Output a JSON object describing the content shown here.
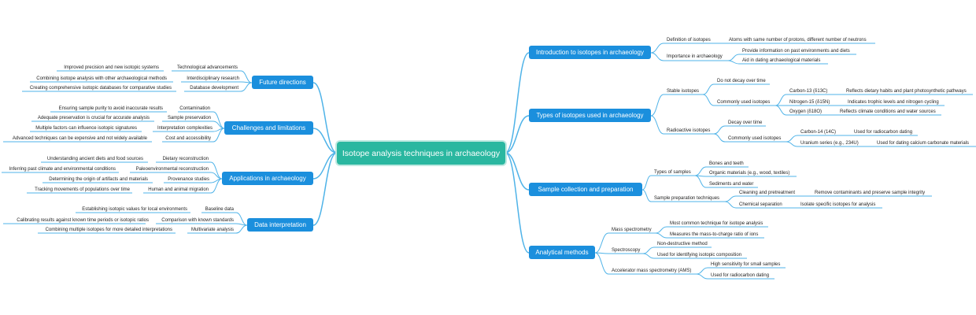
{
  "root": "Isotope analysis techniques in archaeology",
  "main": {
    "intro": "Introduction to isotopes in archaeology",
    "types": "Types of isotopes used in archaeology",
    "sample": "Sample collection and preparation",
    "analytical": "Analytical methods",
    "future": "Future directions",
    "challenges": "Challenges and limitations",
    "applications": "Applications in archaeology",
    "interpretation": "Data interpretation"
  },
  "nodes": {
    "intro_def": "Definition of isotopes",
    "intro_def_1": "Atoms with same number of protons, different number of neutrons",
    "intro_imp": "Importance in archaeology",
    "intro_imp_1": "Provide information on past environments and diets",
    "intro_imp_2": "Aid in dating archaeological materials",
    "stable": "Stable isotopes",
    "stable_1": "Do not decay over time",
    "stable_used": "Commonly used isotopes",
    "c13": "Carbon-13 (δ13C)",
    "c13_d": "Reflects dietary habits and plant photosynthetic pathways",
    "n15": "Nitrogen-15 (δ15N)",
    "n15_d": "Indicates trophic levels and nitrogen cycling",
    "o18": "Oxygen (δ18O)",
    "o18_d": "Reflects climate conditions and water sources",
    "radio": "Radioactive isotopes",
    "radio_1": "Decay over time",
    "radio_used": "Commonly used isotopes",
    "c14": "Carbon-14 (14C)",
    "c14_d": "Used for radiocarbon dating",
    "u234": "Uranium series (e.g., 234U)",
    "u234_d": "Used for dating calcium carbonate materials",
    "samples": "Types of samples",
    "samples_1": "Bones and teeth",
    "samples_2": "Organic materials (e.g., wood, textiles)",
    "samples_3": "Sediments and water",
    "prep": "Sample preparation techniques",
    "prep_clean": "Cleaning and pretreatment",
    "prep_clean_d": "Remove contaminants and preserve sample integrity",
    "prep_chem": "Chemical separation",
    "prep_chem_d": "Isolate specific isotopes for analysis",
    "ms": "Mass spectrometry",
    "ms_1": "Most common technique for isotope analysis",
    "ms_2": "Measures the mass-to-charge ratio of ions",
    "spec": "Spectroscopy",
    "spec_1": "Non-destructive method",
    "spec_2": "Used for identifying isotopic composition",
    "ams": "Accelerator mass spectrometry (AMS)",
    "ams_1": "High sensitivity for small samples",
    "ams_2": "Used for radiocarbon dating",
    "fut_tech": "Technological advancements",
    "fut_tech_d": "Improved precision and new isotopic systems",
    "fut_inter": "Interdisciplinary research",
    "fut_inter_d": "Combining isotope analysis with other archaeological methods",
    "fut_db": "Database development",
    "fut_db_d": "Creating comprehensive isotopic databases for comparative studies",
    "ch_cont": "Contamination",
    "ch_cont_d": "Ensuring sample purity to avoid inaccurate results",
    "ch_pres": "Sample preservation",
    "ch_pres_d": "Adequate preservation is crucial for accurate analysis",
    "ch_interp": "Interpretation complexities",
    "ch_interp_d": "Multiple factors can influence isotopic signatures",
    "ch_cost": "Cost and accessibility",
    "ch_cost_d": "Advanced techniques can be expensive and not widely available",
    "app_diet": "Dietary reconstruction",
    "app_diet_d": "Understanding ancient diets and food sources",
    "app_paleo": "Paleoenvironmental reconstruction",
    "app_paleo_d": "Inferring past climate and environmental conditions",
    "app_prov": "Provenance studies",
    "app_prov_d": "Determining the origin of artifacts and materials",
    "app_mig": "Human and animal migration",
    "app_mig_d": "Tracking movements of populations over time",
    "di_base": "Baseline data",
    "di_base_d": "Establishing isotopic values for local environments",
    "di_comp": "Comparison with known standards",
    "di_comp_d": "Calibrating results against known time periods or isotopic ratios",
    "di_multi": "Multivariate analysis",
    "di_multi_d": "Combining multiple isotopes for more detailed interpretations"
  },
  "colors": {
    "root": "#2ab7a0",
    "main": "#1b8fdd",
    "line": "#4fb3e8"
  }
}
